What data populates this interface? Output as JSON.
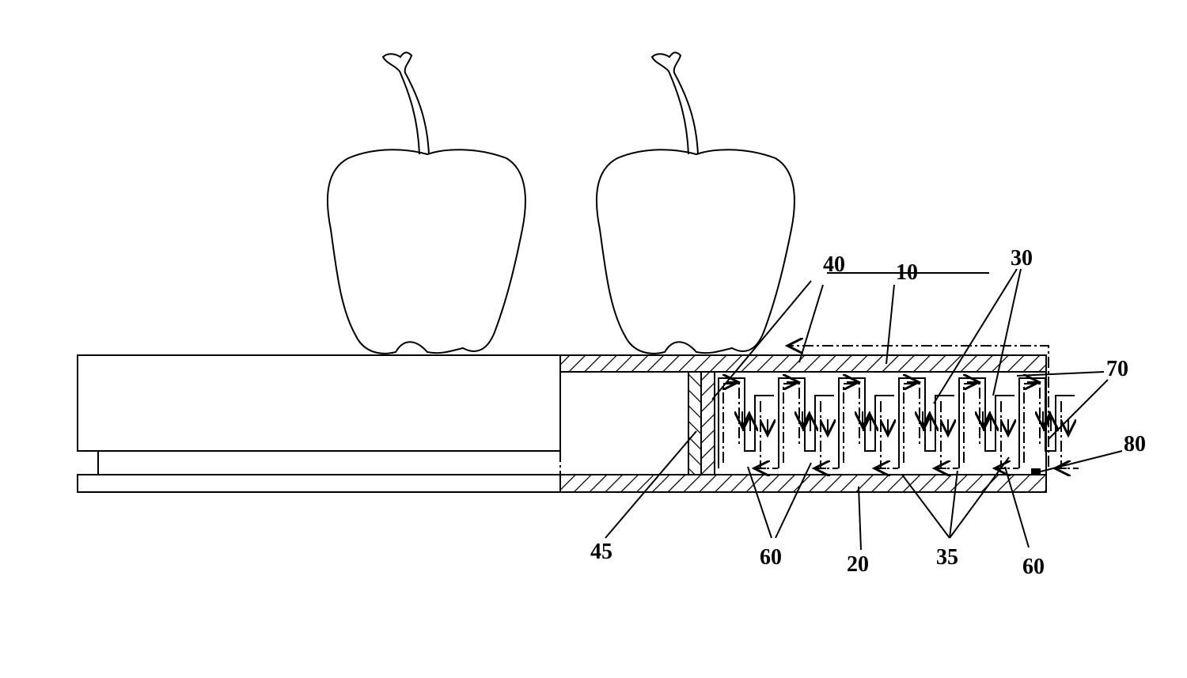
{
  "figure": {
    "labels": {
      "l40": "40",
      "l10": "10",
      "l30": "30",
      "l70": "70",
      "l80": "80",
      "l45": "45",
      "l60a": "60",
      "l20": "20",
      "l35": "35",
      "l60b": "60"
    },
    "colors": {
      "ink": "#000000",
      "paper": "#ffffff"
    }
  }
}
